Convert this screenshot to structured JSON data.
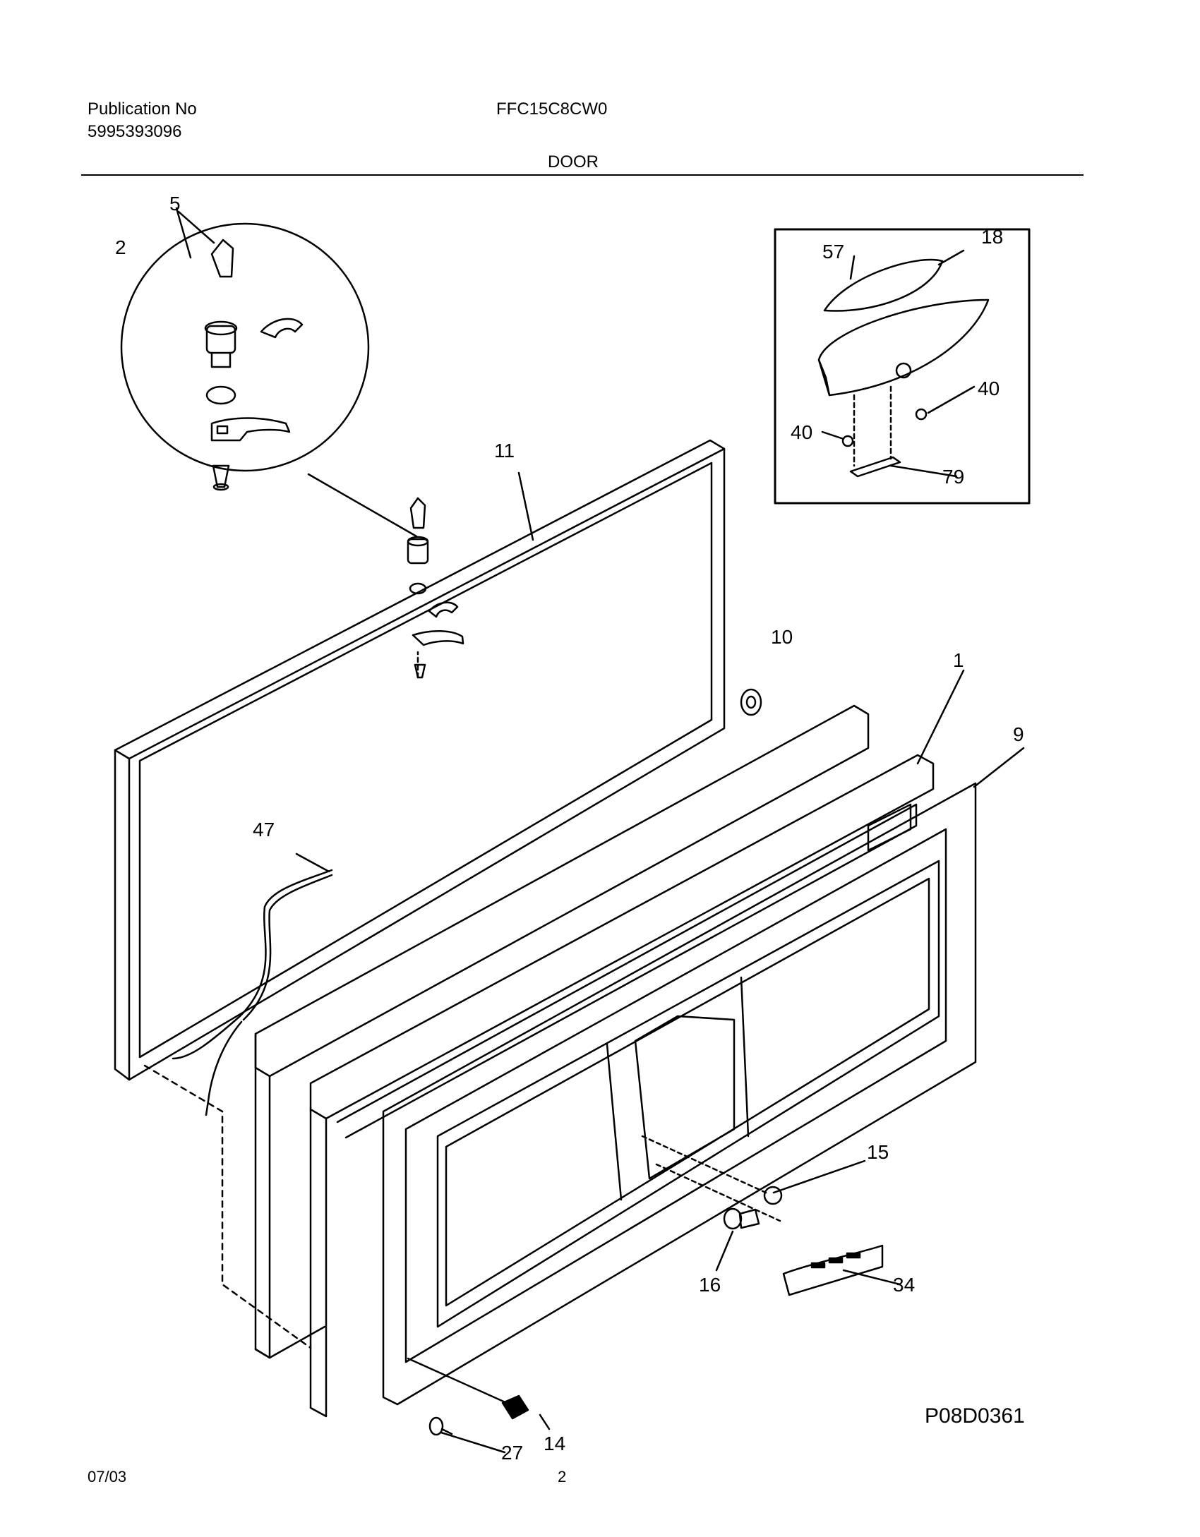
{
  "header": {
    "publication_label": "Publication No",
    "publication_number": "5995393096",
    "model": "FFC15C8CW0",
    "section_title": "DOOR"
  },
  "callouts": {
    "c1": "1",
    "c2": "2",
    "c5": "5",
    "c9": "9",
    "c10": "10",
    "c11": "11",
    "c14": "14",
    "c15": "15",
    "c16": "16",
    "c18": "18",
    "c27": "27",
    "c34": "34",
    "c40a": "40",
    "c40b": "40",
    "c47": "47",
    "c57": "57",
    "c79": "79"
  },
  "diagram_code": "P08D0361",
  "footer": {
    "date": "07/03",
    "page": "2"
  }
}
